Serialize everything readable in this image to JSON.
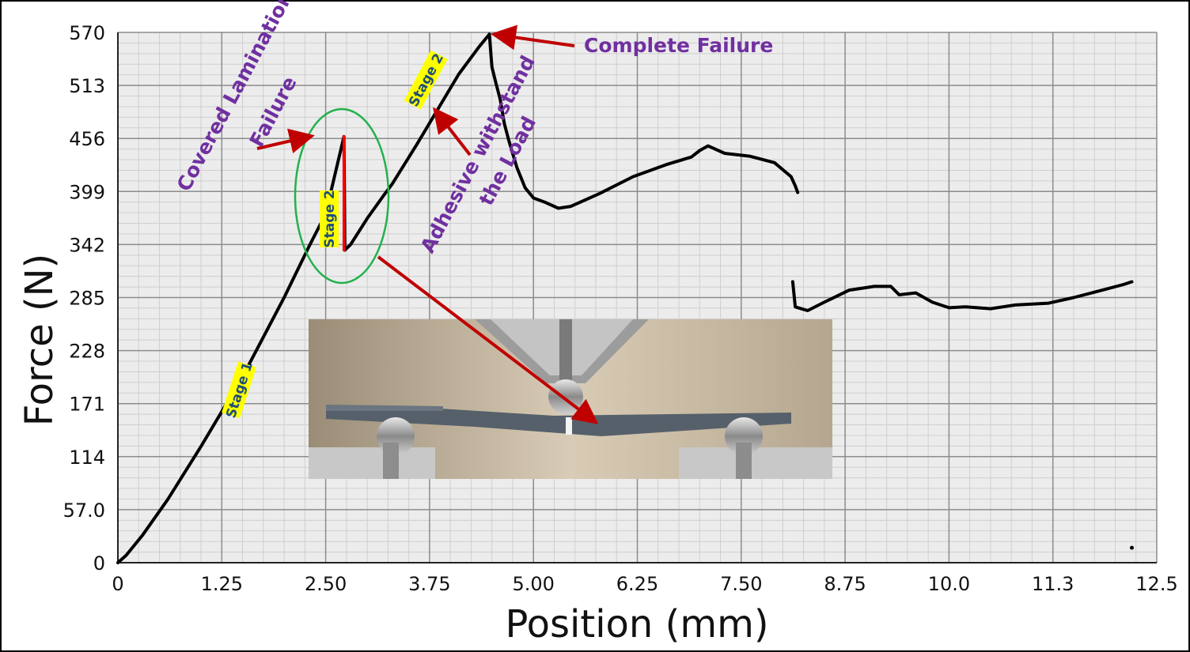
{
  "chart_data": {
    "type": "line",
    "xlabel": "Position (mm)",
    "ylabel": "Force (N)",
    "xlim": [
      0,
      12.5
    ],
    "ylim": [
      0,
      570
    ],
    "x_ticks": [
      "0",
      "1.25",
      "2.50",
      "3.75",
      "5.00",
      "6.25",
      "7.50",
      "8.75",
      "10.0",
      "11.3",
      "12.5"
    ],
    "y_ticks": [
      "0",
      "57.0",
      "114",
      "171",
      "228",
      "285",
      "342",
      "399",
      "456",
      "513",
      "570"
    ],
    "grid": true,
    "series": [
      {
        "points": [
          [
            0,
            0
          ],
          [
            0.1,
            8
          ],
          [
            0.3,
            30
          ],
          [
            0.6,
            68
          ],
          [
            1.0,
            125
          ],
          [
            1.5,
            200
          ],
          [
            2.0,
            285
          ],
          [
            2.3,
            340
          ],
          [
            2.5,
            375
          ],
          [
            2.72,
            458
          ],
          [
            2.73,
            336
          ],
          [
            2.8,
            342
          ],
          [
            3.0,
            370
          ],
          [
            3.2,
            395
          ],
          [
            3.3,
            407
          ],
          [
            3.6,
            450
          ],
          [
            3.8,
            480
          ],
          [
            4.1,
            525
          ],
          [
            4.35,
            555
          ],
          [
            4.47,
            568
          ]
        ],
        "color": "#000000"
      },
      {
        "points": [
          [
            4.47,
            568
          ],
          [
            4.5,
            533
          ],
          [
            4.55,
            515
          ],
          [
            4.6,
            498
          ],
          [
            4.65,
            472
          ],
          [
            4.7,
            455
          ],
          [
            4.75,
            440
          ],
          [
            4.8,
            425
          ],
          [
            4.9,
            403
          ],
          [
            5.0,
            392
          ],
          [
            5.15,
            387
          ],
          [
            5.3,
            381
          ],
          [
            5.45,
            383
          ],
          [
            5.8,
            397
          ],
          [
            6.2,
            415
          ],
          [
            6.6,
            428
          ],
          [
            6.9,
            436
          ],
          [
            7.0,
            443
          ],
          [
            7.1,
            448
          ],
          [
            7.3,
            440
          ],
          [
            7.6,
            437
          ],
          [
            7.9,
            430
          ],
          [
            8.1,
            415
          ],
          [
            8.15,
            405
          ],
          [
            8.18,
            398
          ]
        ],
        "color": "#000000"
      },
      {
        "points": [
          [
            8.12,
            302
          ],
          [
            8.15,
            275
          ],
          [
            8.3,
            271
          ],
          [
            8.5,
            280
          ],
          [
            8.8,
            293
          ],
          [
            9.1,
            297
          ],
          [
            9.3,
            297
          ],
          [
            9.4,
            288
          ],
          [
            9.6,
            290
          ],
          [
            9.8,
            280
          ],
          [
            10.0,
            274
          ],
          [
            10.2,
            275
          ],
          [
            10.5,
            273
          ],
          [
            10.8,
            277
          ],
          [
            11.2,
            279
          ],
          [
            11.5,
            285
          ],
          [
            11.8,
            292
          ],
          [
            12.1,
            299
          ],
          [
            12.2,
            302
          ]
        ],
        "color": "#000000"
      },
      {
        "points": [
          [
            12.2,
            16
          ]
        ],
        "color": "#000000"
      },
      {
        "points": [
          [
            2.72,
            458
          ],
          [
            2.72,
            336
          ]
        ],
        "color": "#ff0000"
      }
    ]
  },
  "annotations": {
    "complete_failure": "Complete Failure",
    "covered_lamination": "Covered Lamination",
    "failure": "Failure",
    "adhesive": "Adhesive withstand",
    "the_load": "the Load",
    "stage_1": "Stage 1",
    "stage_2_a": "Stage 2",
    "stage_2_b": "Stage 2"
  },
  "colors": {
    "annotation_text": "#7030a0",
    "arrow": "#c00000",
    "ellipse": "#22b14c",
    "stage_highlight": "#ffff00",
    "stage_text": "#1f4e79"
  },
  "inset_photo": {
    "description_icon": "three-point-bending-photo"
  }
}
